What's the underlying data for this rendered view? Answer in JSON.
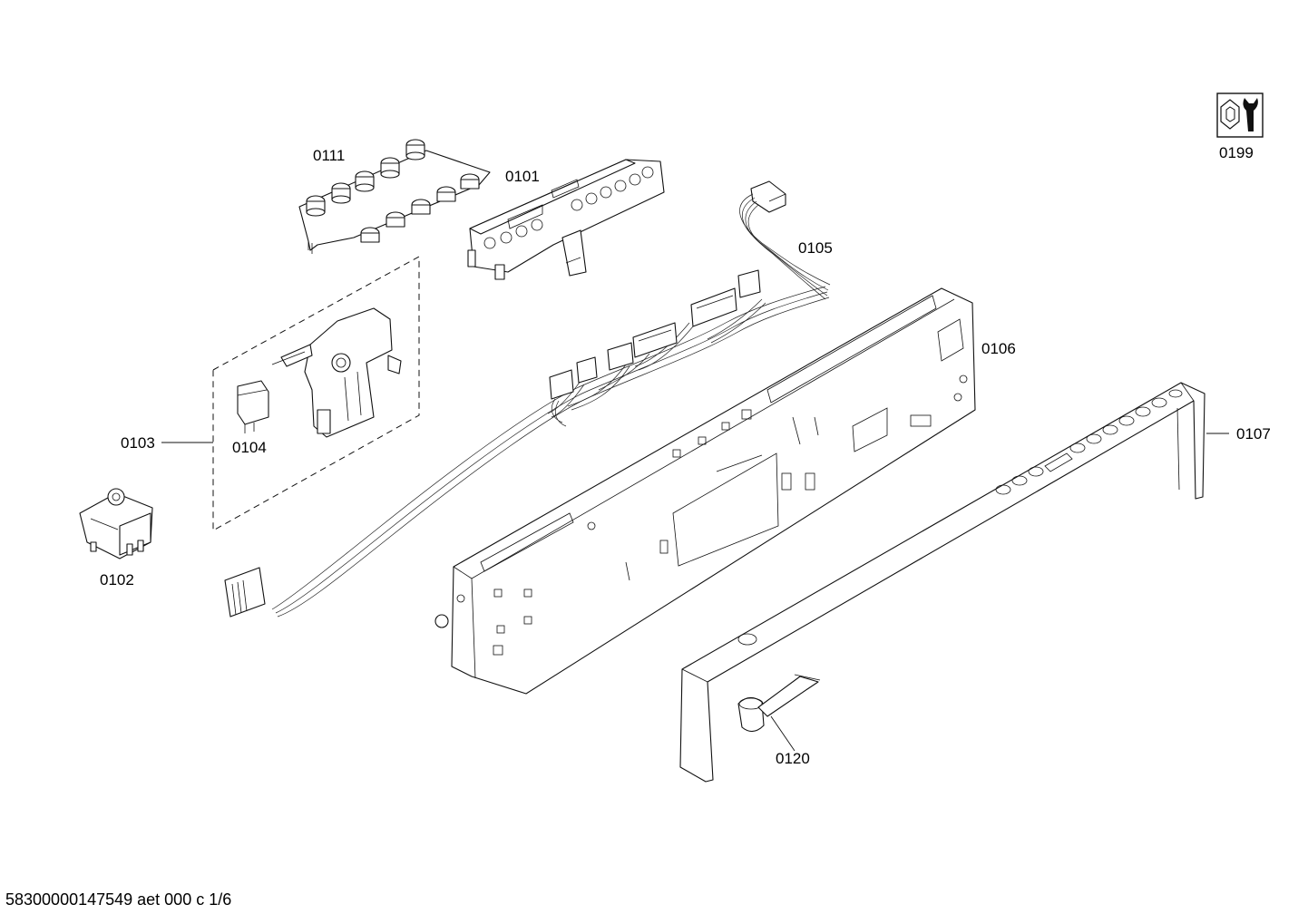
{
  "labels": {
    "p0101": "0101",
    "p0102": "0102",
    "p0103": "0103",
    "p0104": "0104",
    "p0105": "0105",
    "p0106": "0106",
    "p0107": "0107",
    "p0111": "0111",
    "p0120": "0120",
    "p0199": "0199"
  },
  "footer": "58300000147549 aet 000 c 1/6",
  "icons": {
    "tool": "nut-and-wrench-icon"
  }
}
